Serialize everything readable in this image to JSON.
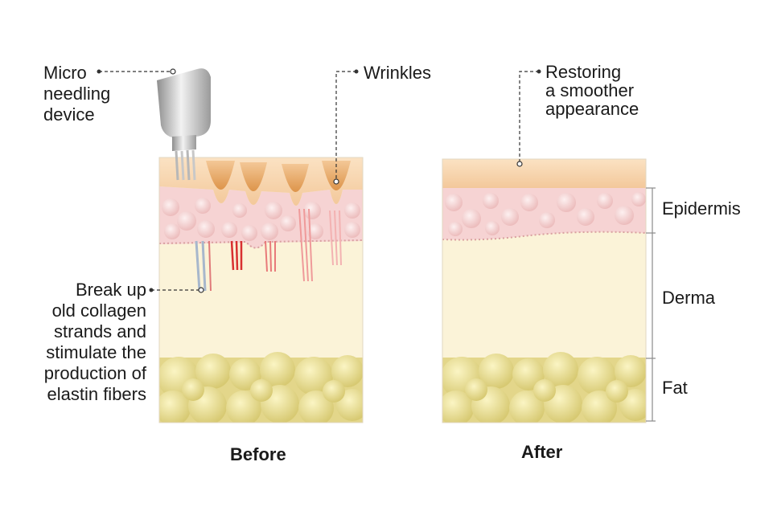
{
  "labels": {
    "device": "Micro\nneedling\ndevice",
    "wrinkles": "Wrinkles",
    "restoring": "Restoring\na smoother\nappearance",
    "collagen": "Break up\nold collagen\nstrands and\nstimulate the\nproduction of\nelastin fibers",
    "epidermis": "Epidermis",
    "derma": "Derma",
    "fat": "Fat"
  },
  "captions": {
    "before": "Before",
    "after": "After"
  },
  "colors": {
    "surface": "#f7d4ad",
    "epidermis": "#f6d3d3",
    "derma": "#fbf3d8",
    "fat": "#e5d98e",
    "wrinkle": "#e8a35a",
    "needle_red": "#d83030",
    "device": "#c9c9c9"
  }
}
